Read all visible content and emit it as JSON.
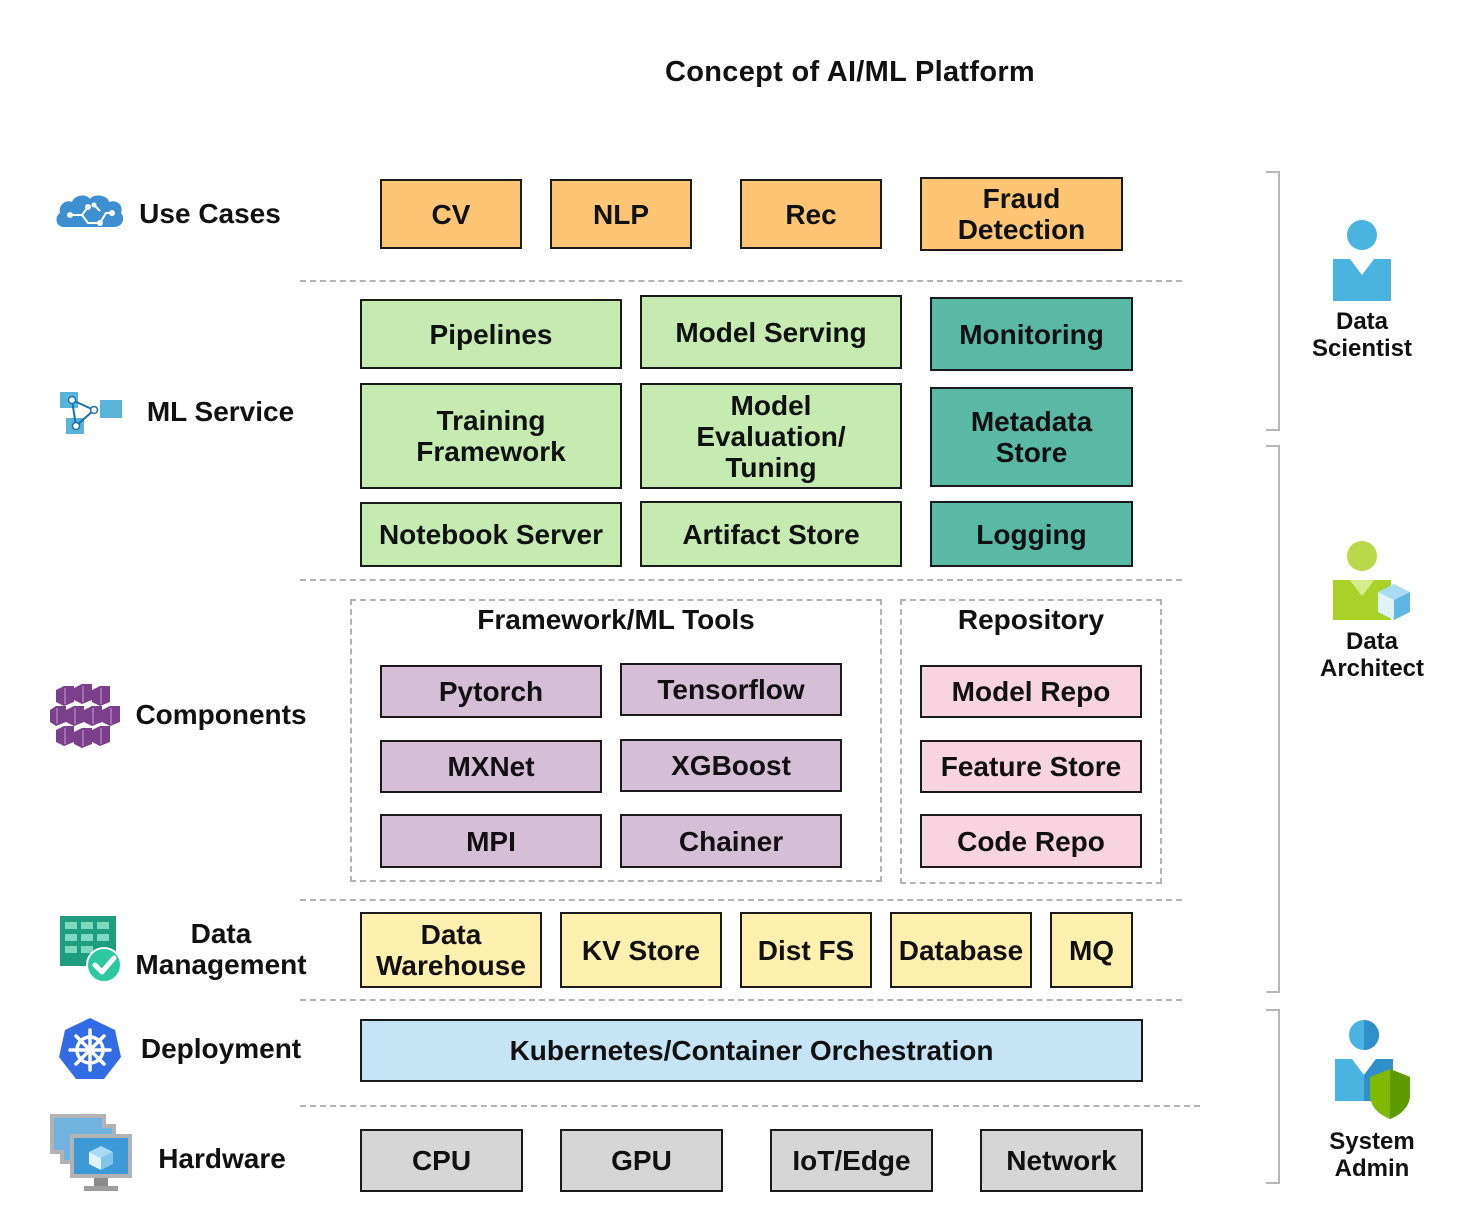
{
  "title": "Concept of AI/ML Platform",
  "layers": {
    "use_cases": "Use Cases",
    "ml_service": "ML Service",
    "components": "Components",
    "data_management": "Data\nManagement",
    "deployment": "Deployment",
    "hardware": "Hardware"
  },
  "use_cases": [
    "CV",
    "NLP",
    "Rec",
    "Fraud\nDetection"
  ],
  "ml_service": {
    "green": [
      "Pipelines",
      "Model Serving",
      "Training\nFramework",
      "Model\nEvaluation/\nTuning",
      "Notebook Server",
      "Artifact Store"
    ],
    "teal": [
      "Monitoring",
      "Metadata\nStore",
      "Logging"
    ]
  },
  "components": {
    "framework_title": "Framework/ML Tools",
    "frameworks": [
      "Pytorch",
      "Tensorflow",
      "MXNet",
      "XGBoost",
      "MPI",
      "Chainer"
    ],
    "repository_title": "Repository",
    "repositories": [
      "Model Repo",
      "Feature Store",
      "Code Repo"
    ]
  },
  "data_management": [
    "Data\nWarehouse",
    "KV Store",
    "Dist FS",
    "Database",
    "MQ"
  ],
  "deployment": [
    "Kubernetes/Container Orchestration"
  ],
  "hardware": [
    "CPU",
    "GPU",
    "IoT/Edge",
    "Network"
  ],
  "roles": [
    "Data\nScientist",
    "Data\nArchitect",
    "System\nAdmin"
  ],
  "colors": {
    "use_case": "#fdc574",
    "ml_service": "#c6ebb0",
    "ops": "#5ab9a4",
    "framework": "#d4bfd6",
    "repository": "#f7d4df",
    "data": "#fff0b0",
    "deployment": "#c5e4f5",
    "hardware": "#d6d6d6",
    "icon_blue": "#3d8fd1",
    "role_blue": "#4ab3e0",
    "role_green": "#a9d12a"
  },
  "icons": [
    "brain-circuit-icon",
    "ml-service-icon",
    "hexagon-cluster-icon",
    "table-check-icon",
    "kubernetes-helm-icon",
    "monitor-stack-icon",
    "person-icon",
    "person-cube-icon",
    "person-shield-icon"
  ]
}
